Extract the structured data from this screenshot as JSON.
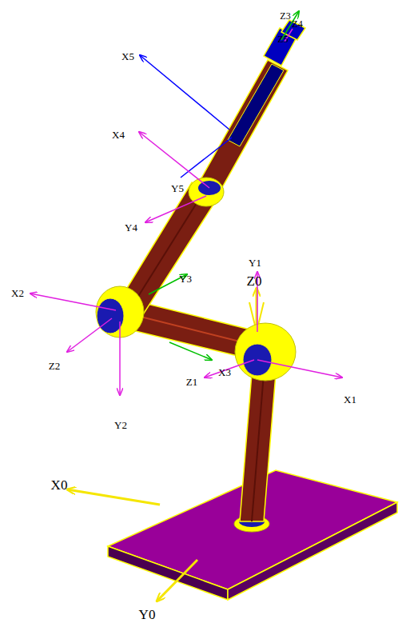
{
  "diagram": {
    "labels": [
      "Z3",
      "Z4",
      "Z5",
      "X5",
      "X4",
      "Y5",
      "Y4",
      "Y1",
      "Z0",
      "Y3",
      "X2",
      "X1",
      "Z2",
      "X3",
      "Z1",
      "Y2",
      "X0",
      "Y0"
    ]
  }
}
